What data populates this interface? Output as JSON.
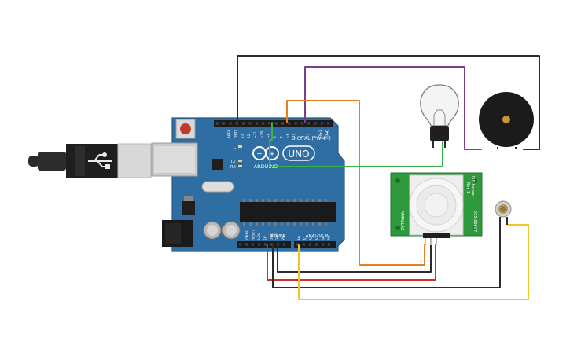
{
  "board": {
    "brand": "ARDUINO",
    "model": "UNO",
    "digital_header_label": "DIGITAL (PWM~)",
    "power_label": "POWER",
    "analog_label": "ANALOG IN",
    "led_l": "L",
    "led_tx": "TX",
    "led_rx": "RX",
    "on_label": "ON",
    "digital_pins": [
      "AREF",
      "GND",
      "13",
      "12",
      "~11",
      "~10",
      "~9",
      "8",
      "7",
      "~6",
      "~5",
      "4",
      "~3",
      "2",
      "TX▸1",
      "RX◂0"
    ],
    "power_pins": [
      "IOREF",
      "RESET",
      "3.3V",
      "5V",
      "GND",
      "GND",
      "Vin"
    ],
    "analog_pins": [
      "A0",
      "A1",
      "A2",
      "A3",
      "A4",
      "A5"
    ]
  },
  "pir": {
    "title": "PIR Sensor",
    "model_label": "Rev 1",
    "part": "555-28027",
    "maker": "PARALLAX"
  },
  "colors": {
    "board": "#2f6ea3",
    "board_dark": "#1f4f78",
    "pir_pcb": "#2e9a3c",
    "wire_black": "#2b2b2b",
    "wire_purple": "#7b3e8f",
    "wire_orange": "#e7801c",
    "wire_green": "#37b34a",
    "wire_red": "#d62b2b",
    "wire_yellow": "#f2c52a"
  },
  "components": [
    "usb-cable",
    "arduino-uno",
    "light-bulb",
    "piezo-buzzer",
    "pir-sensor",
    "photoresistor"
  ]
}
